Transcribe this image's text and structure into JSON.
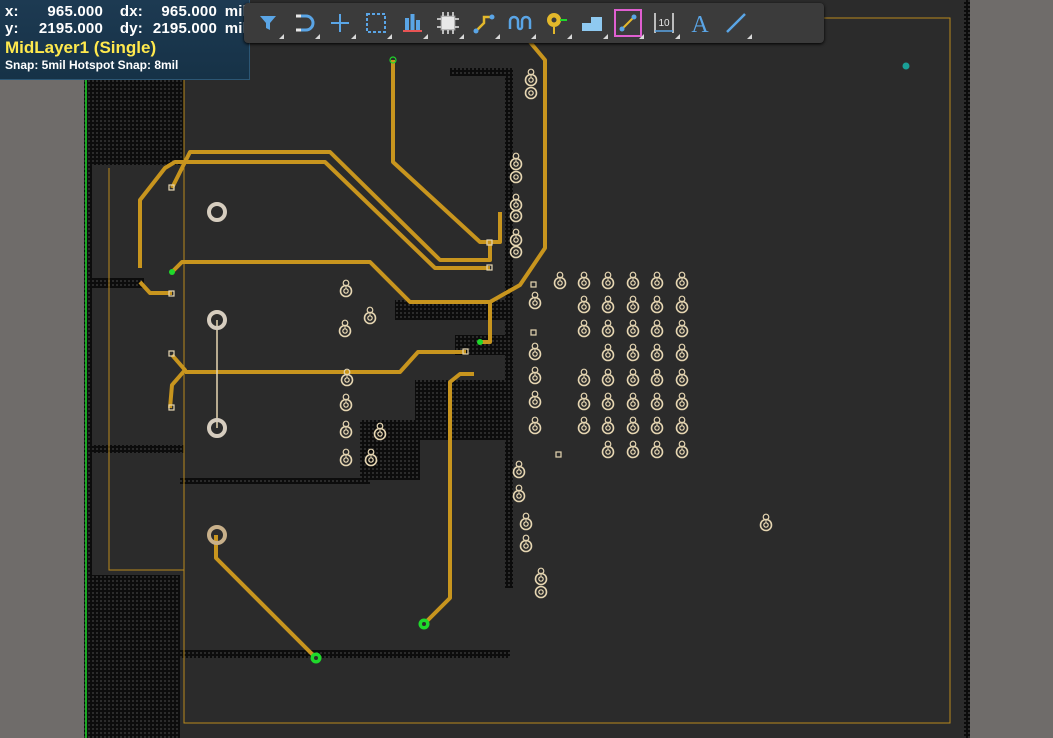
{
  "hud": {
    "x_label": "x:",
    "x_value": "965.000",
    "dx_label": "dx:",
    "dx_value": "965.000",
    "dx_unit": "mil",
    "y_label": "y:",
    "y_value": "2195.000",
    "dy_label": "dy:",
    "dy_value": "2195.000",
    "dy_unit": "mil",
    "layer": "MidLayer1 (Single)",
    "snap": "Snap: 5mil Hotspot Snap: 8mil"
  },
  "toolbar": {
    "buttons": [
      {
        "name": "filter-button",
        "icon": "filter-icon"
      },
      {
        "name": "snap-button",
        "icon": "magnet-icon"
      },
      {
        "name": "place-origin-button",
        "icon": "crosshair-icon"
      },
      {
        "name": "select-area-button",
        "icon": "select-rect-icon"
      },
      {
        "name": "align-button",
        "icon": "align-icon"
      },
      {
        "name": "place-component-button",
        "icon": "chip-icon"
      },
      {
        "name": "route-button",
        "icon": "route-icon"
      },
      {
        "name": "tune-length-button",
        "icon": "meander-icon"
      },
      {
        "name": "place-via-button",
        "icon": "via-icon"
      },
      {
        "name": "place-region-button",
        "icon": "region-icon"
      },
      {
        "name": "interactive-route-button",
        "icon": "route-active-icon",
        "active": true
      },
      {
        "name": "place-dimension-button",
        "icon": "dimension-icon",
        "text": "10"
      },
      {
        "name": "place-string-button",
        "icon": "text-icon",
        "text": "A"
      },
      {
        "name": "place-line-button",
        "icon": "line-icon"
      }
    ]
  },
  "colors": {
    "board": "#2b2b2b",
    "trace": "#c8951e",
    "via_ring": "#e6d6b2",
    "outline": "#b88a1e",
    "highlight": "#1fd92b",
    "background": "#6f6c6a"
  }
}
